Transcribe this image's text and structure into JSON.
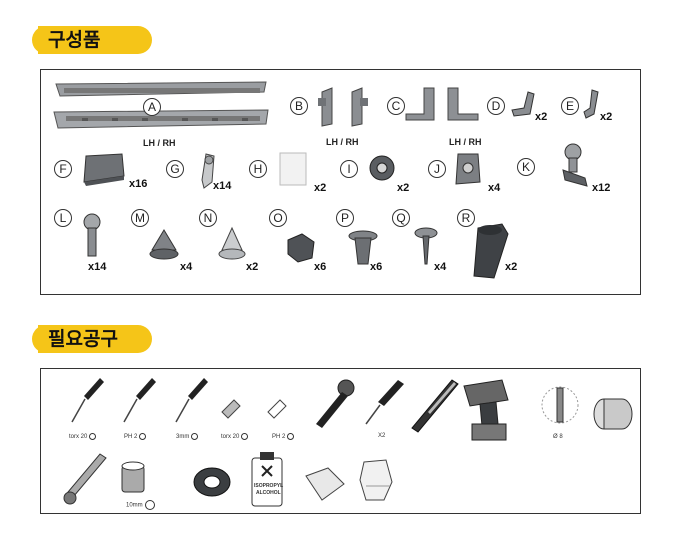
{
  "sections": {
    "parts_title": "구성품",
    "tools_title": "필요공구"
  },
  "parts": [
    {
      "letter": "A",
      "note": "LH / RH",
      "qty": ""
    },
    {
      "letter": "B",
      "note": "LH / RH",
      "qty": ""
    },
    {
      "letter": "C",
      "note": "LH / RH",
      "qty": ""
    },
    {
      "letter": "D",
      "note": "",
      "qty": "x2"
    },
    {
      "letter": "E",
      "note": "",
      "qty": "x2"
    },
    {
      "letter": "F",
      "note": "",
      "qty": "x16"
    },
    {
      "letter": "G",
      "note": "",
      "qty": "x14"
    },
    {
      "letter": "H",
      "note": "",
      "qty": "x2"
    },
    {
      "letter": "I",
      "note": "",
      "qty": "x2"
    },
    {
      "letter": "J",
      "note": "",
      "qty": "x4"
    },
    {
      "letter": "K",
      "note": "",
      "qty": "x12"
    },
    {
      "letter": "L",
      "note": "",
      "qty": "x14"
    },
    {
      "letter": "M",
      "note": "",
      "qty": "x4"
    },
    {
      "letter": "N",
      "note": "",
      "qty": "x2"
    },
    {
      "letter": "O",
      "note": "",
      "qty": "x6"
    },
    {
      "letter": "P",
      "note": "",
      "qty": "x6"
    },
    {
      "letter": "Q",
      "note": "",
      "qty": "x4"
    },
    {
      "letter": "R",
      "note": "",
      "qty": "x2"
    }
  ],
  "tools": [
    {
      "name": "torx-screwdriver",
      "label": "torx 20"
    },
    {
      "name": "phillips-screwdriver",
      "label": "PH 2"
    },
    {
      "name": "flat-screwdriver",
      "label": "3mm"
    },
    {
      "name": "torx-bit",
      "label": "torx 20"
    },
    {
      "name": "phillips-bit",
      "label": "PH 2"
    },
    {
      "name": "ratchet-handle",
      "label": ""
    },
    {
      "name": "trim-removal-tool",
      "label": "X2"
    },
    {
      "name": "utility-knife",
      "label": ""
    },
    {
      "name": "cordless-drill",
      "label": ""
    },
    {
      "name": "drill-bit",
      "label": "Ø 8"
    },
    {
      "name": "tape-roll",
      "label": ""
    },
    {
      "name": "torque-wrench",
      "label": ""
    },
    {
      "name": "socket",
      "label": "10mm"
    },
    {
      "name": "insulation-tape",
      "label": ""
    },
    {
      "name": "alcohol-bottle",
      "label": ""
    },
    {
      "name": "cleaning-cloth",
      "label": ""
    },
    {
      "name": "work-gloves",
      "label": ""
    }
  ],
  "bottle_text": [
    "ISOPROPYL",
    "ALCOHOL"
  ]
}
